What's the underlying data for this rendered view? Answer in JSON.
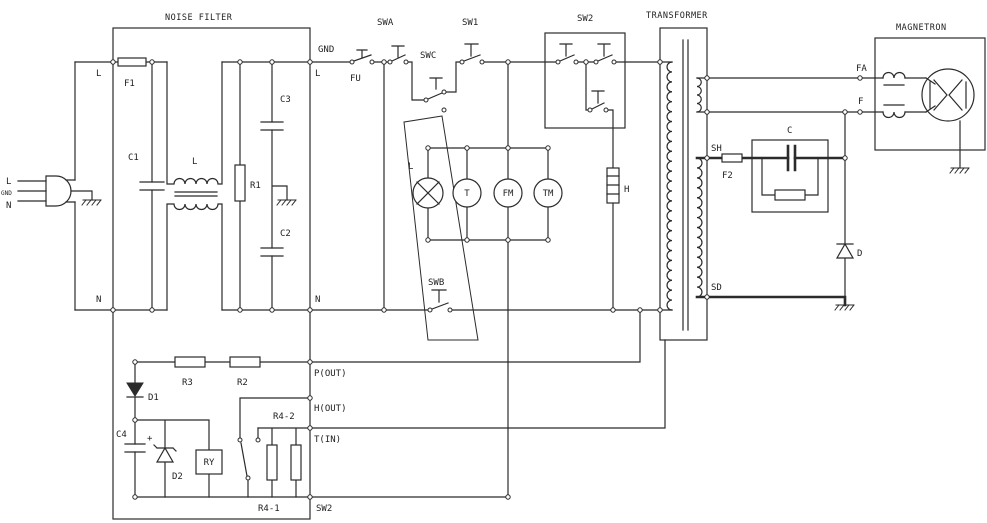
{
  "blocks": {
    "noise_filter": "NOISE FILTER",
    "transformer": "TRANSFORMER",
    "magnetron": "MAGNETRON"
  },
  "mains_plug": {
    "l": "L",
    "gnd": "GND",
    "n": "N"
  },
  "noise_filter": {
    "l_in": "L",
    "n_in": "N",
    "f1": "F1",
    "c1": "C1",
    "choke": "L",
    "r1": "R1",
    "c3": "C3",
    "c2": "C2",
    "l_out": "L",
    "n_out": "N"
  },
  "primary": {
    "gnd": "GND",
    "fu": "FU",
    "swa": "SWA",
    "swc": "SWC",
    "sw1": "SW1",
    "sw2": "SW2",
    "swb": "SWB"
  },
  "loads": {
    "lamp": "L",
    "timer": "T",
    "fan_motor": "FM",
    "turntable_motor": "TM",
    "heater": "H"
  },
  "secondary": {
    "sh": "SH",
    "sd": "SD",
    "f2": "F2",
    "c": "C",
    "d": "D",
    "fa": "FA",
    "f": "F"
  },
  "control_board": {
    "r3": "R3",
    "r2": "R2",
    "d1": "D1",
    "c4": "C4",
    "c4_polarity": "+",
    "d2": "D2",
    "ry": "RY",
    "r4_1": "R4-1",
    "r4_2": "R4-2",
    "p_out": "P(OUT)",
    "h_out": "H(OUT)",
    "t_in": "T(IN)",
    "sw2": "SW2"
  }
}
